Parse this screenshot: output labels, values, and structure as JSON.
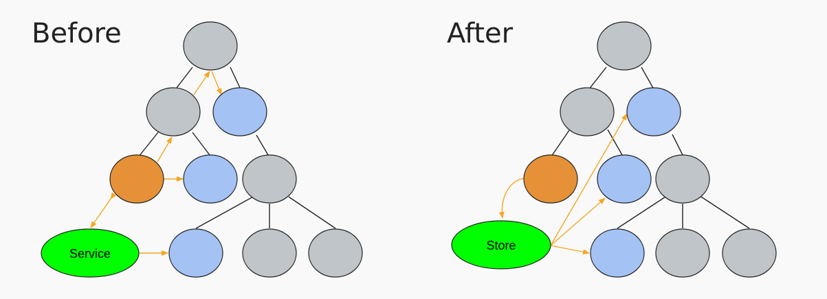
{
  "colors": {
    "background": "#f9f9f9",
    "gray_node": "#bfc5c8",
    "blue_node": "#a4c2f4",
    "orange_node": "#e69138",
    "green_node": "#00ff00",
    "tree_edge": "#222222",
    "flow_arrow": "#f5a623",
    "node_stroke": "#222222"
  },
  "panels": [
    {
      "title": "Before",
      "highlight_label": "Service"
    },
    {
      "title": "After",
      "highlight_label": "Store"
    }
  ]
}
